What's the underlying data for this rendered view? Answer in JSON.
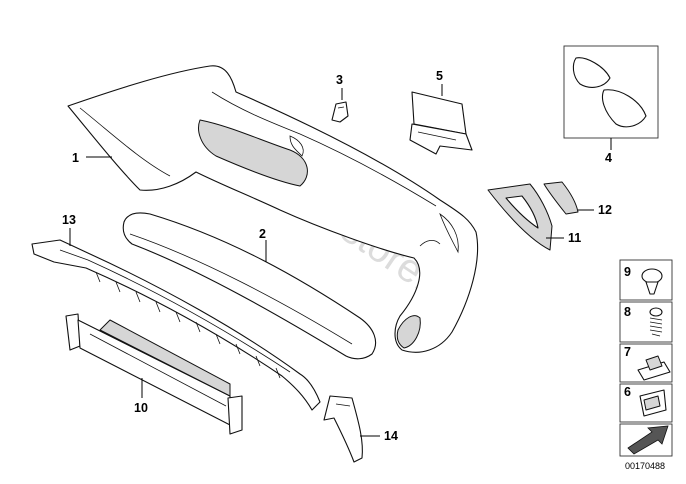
{
  "watermark": "www.BMWstore.pl",
  "diagram_code": "00170488",
  "callouts": {
    "bumper_cover": "1",
    "impact_absorber": "2",
    "bracket_small": "3",
    "panel_upper": "4",
    "cover_plate": "5",
    "body_nut": "6",
    "clip_nut": "7",
    "screw": "8",
    "expanding_rivet": "9",
    "carrier": "10",
    "reflector_right": "11",
    "reflector_left": "12",
    "spoiler_lower": "13",
    "side_bracket": "14"
  }
}
